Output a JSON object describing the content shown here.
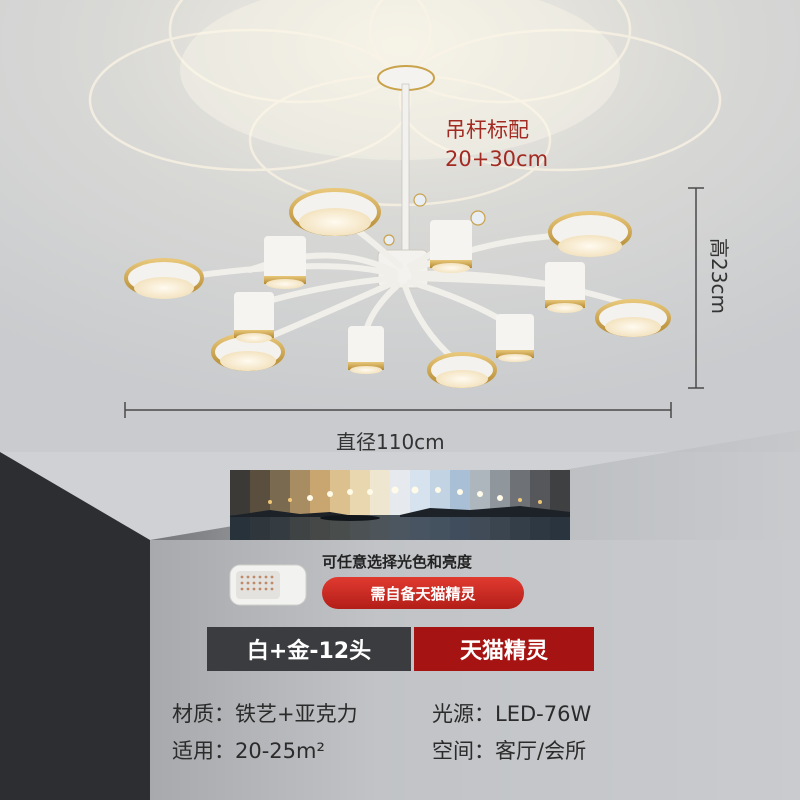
{
  "dimensions": {
    "pole": "吊杆标配\n20+30cm",
    "pole_line1": "吊杆标配",
    "pole_line2": "20+30cm",
    "height": "高23cm",
    "diameter": "直径110cm"
  },
  "promo": {
    "feature_text": "可任意选择光色和亮度",
    "badge": "需自备天猫精灵"
  },
  "options": {
    "variant": "白+金-12头",
    "smart": "天猫精灵"
  },
  "specs": {
    "material": "材质：铁艺+亚克力",
    "light_source": "光源：LED-76W",
    "area": "适用：20-25m²",
    "space": "空间：客厅/会所"
  },
  "colors": {
    "accent_red": "#a51412",
    "dark_tab": "#3a3c3f",
    "gold": "#c9a24a"
  }
}
